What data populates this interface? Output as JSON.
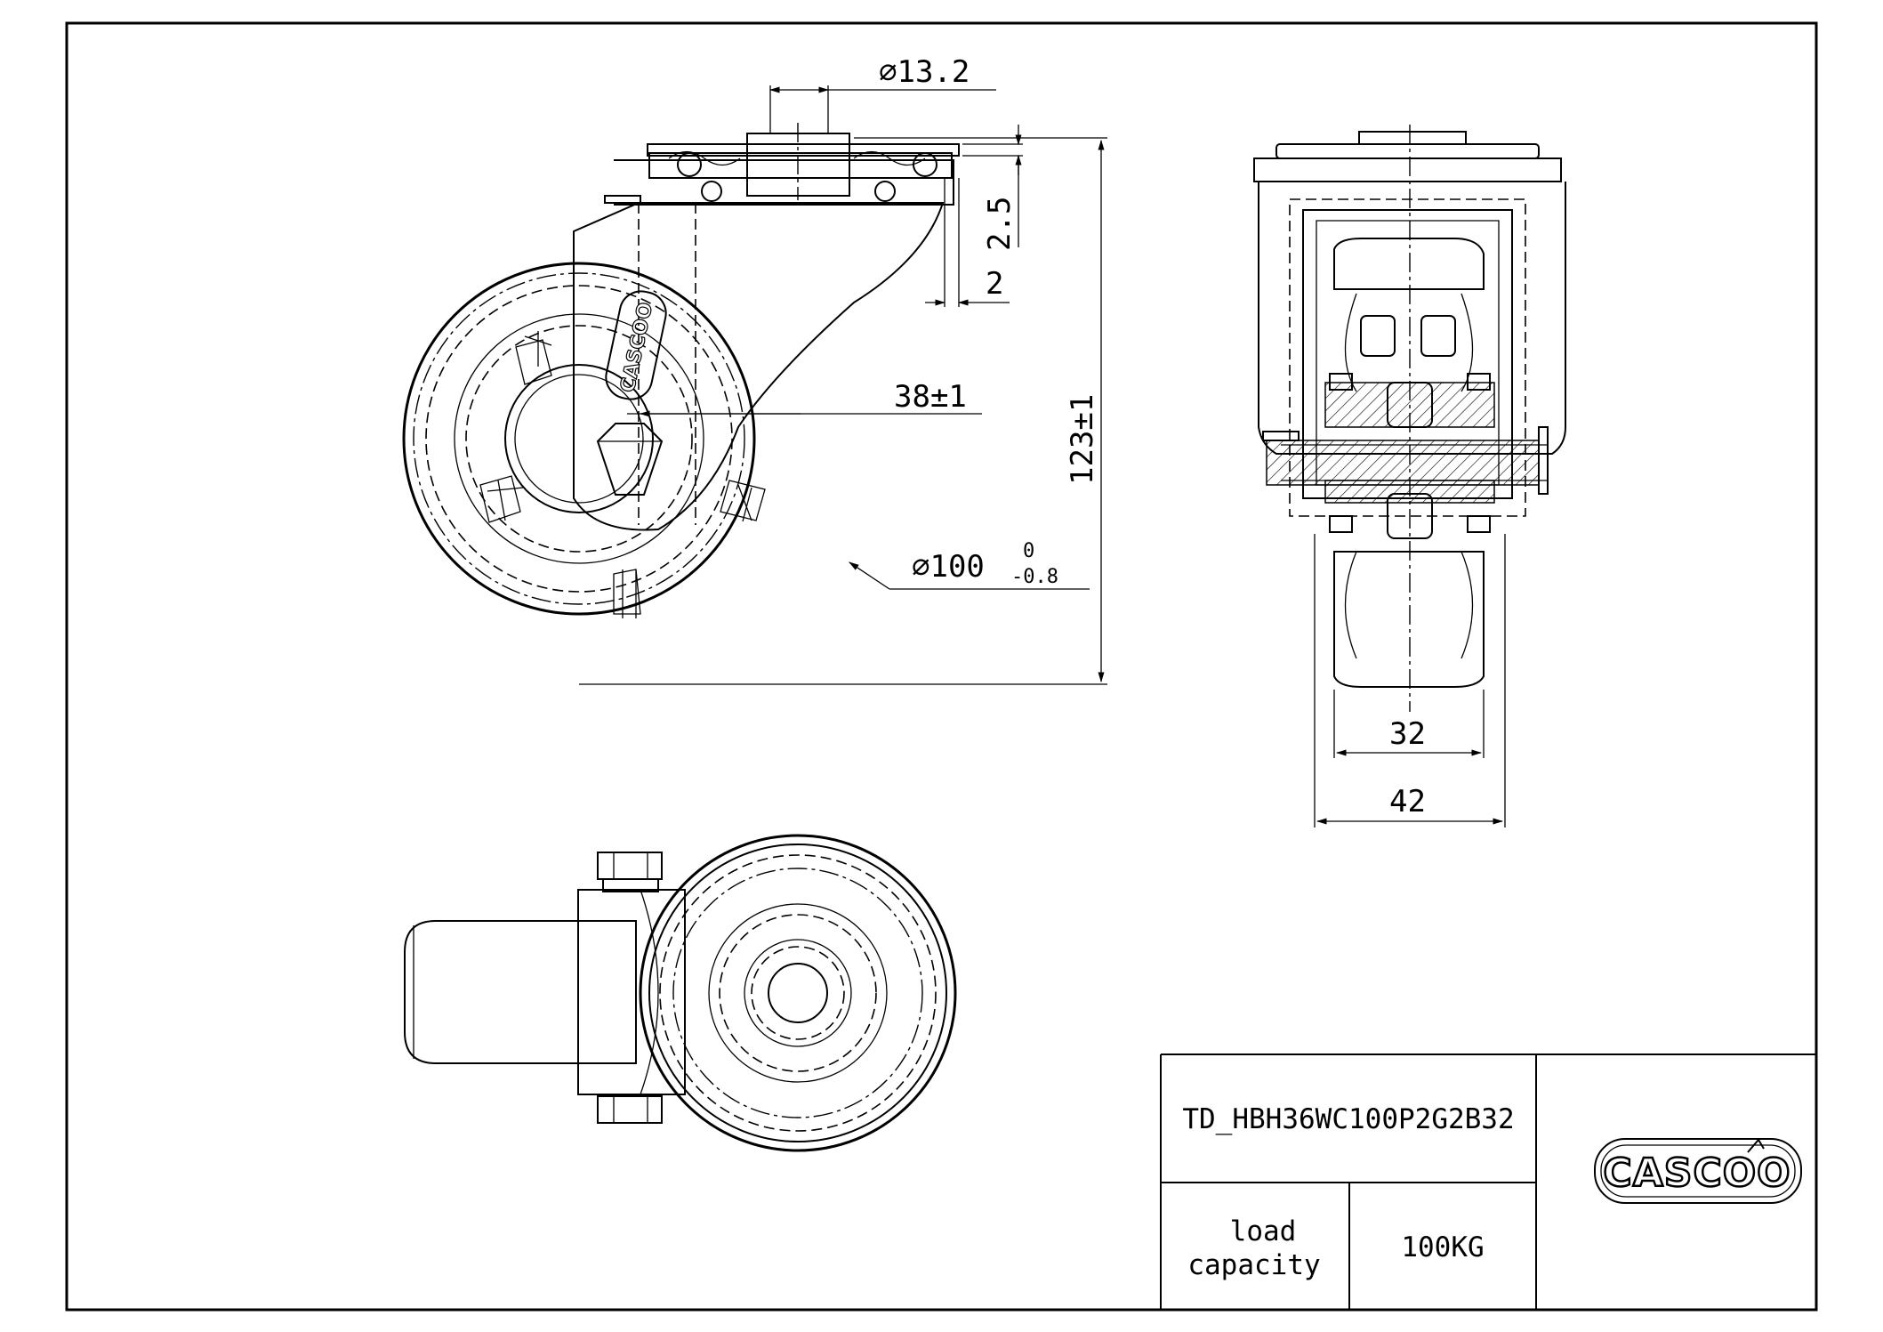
{
  "dimensions": {
    "pin_diameter": "∅13.2",
    "plate_thickness": "2.5",
    "plate_offset": "2",
    "offset": "38±1",
    "wheel_diameter": "∅100",
    "wheel_tol_upper": "0",
    "wheel_tol_lower": "-0.8",
    "overall_height": "123±1",
    "tread_width": "32",
    "fork_width": "42"
  },
  "title_block": {
    "part_number": "TD_HBH36WC100P2G2B32",
    "load_label_line1": "load",
    "load_label_line2": "capacity",
    "load_value": "100KG",
    "logo_text": "CASCOO"
  }
}
